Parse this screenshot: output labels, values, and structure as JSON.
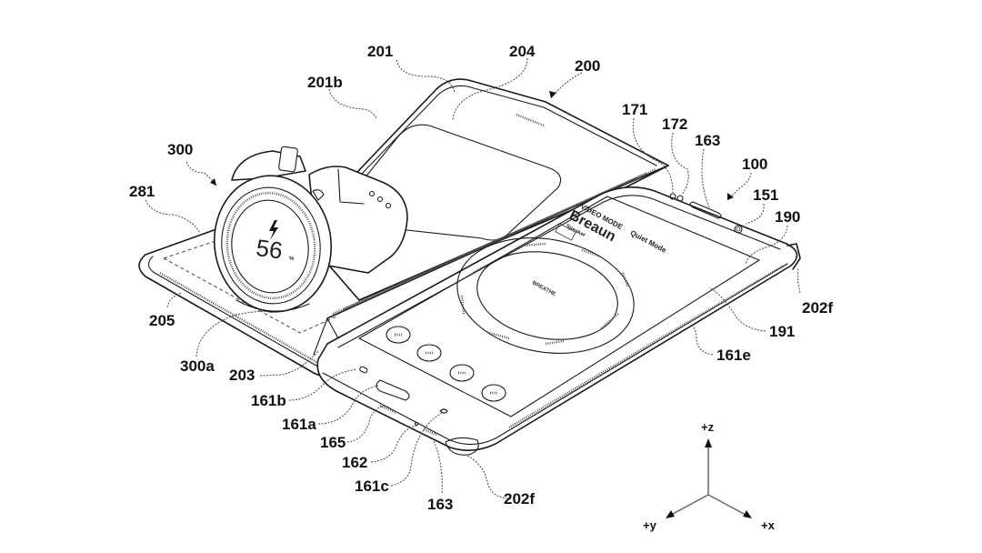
{
  "figure": {
    "labels": {
      "l201": "201",
      "l204": "204",
      "l200": "200",
      "l201b": "201b",
      "l171": "171",
      "l172": "172",
      "l163_top": "163",
      "l100": "100",
      "l151": "151",
      "l190": "190",
      "l300": "300",
      "l281": "281",
      "l205": "205",
      "l300a": "300a",
      "l203": "203",
      "l161b": "161b",
      "l161a": "161a",
      "l165": "165",
      "l162": "162",
      "l161c": "161c",
      "l163_bottom": "163",
      "l202f_bottom": "202f",
      "l202f_right": "202f",
      "l191": "191",
      "l161e": "161e"
    },
    "watch": {
      "value": "56",
      "unit": "%",
      "icon": "lightning-bolt-icon"
    },
    "phone_screen": {
      "mode_text": "VIDEO MODE",
      "mode_text_2": "Quiet Mode",
      "title": "Breaun",
      "subtitle": "Speaker",
      "ring_center": "BREATHE"
    },
    "axes": {
      "z": "+z",
      "y": "+y",
      "x": "+x"
    }
  }
}
